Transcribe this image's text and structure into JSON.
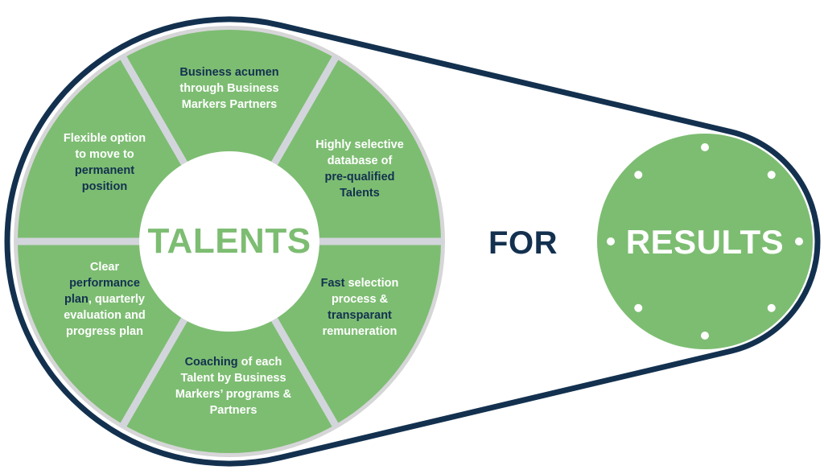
{
  "colors": {
    "green": "#7dbd72",
    "ring_gray": "#d6d6d8",
    "divider_gray": "#d3d5dc",
    "navy": "#13314f",
    "white": "#ffffff"
  },
  "center_label": "TALENTS",
  "connector_label": "FOR",
  "result_label": "RESULTS",
  "segments": [
    {
      "id": "business-acumen",
      "lines": [
        [
          {
            "t": "Business acumen",
            "hl": true
          }
        ],
        [
          {
            "t": "through Business",
            "hl": false
          }
        ],
        [
          {
            "t": "Markers Partners",
            "hl": false
          }
        ]
      ]
    },
    {
      "id": "selective-database",
      "lines": [
        [
          {
            "t": "Highly selective",
            "hl": false
          }
        ],
        [
          {
            "t": "database of",
            "hl": false
          }
        ],
        [
          {
            "t": "pre-qualified",
            "hl": true
          }
        ],
        [
          {
            "t": "Talents",
            "hl": true
          }
        ]
      ]
    },
    {
      "id": "fast-selection",
      "lines": [
        [
          {
            "t": "Fast",
            "hl": true
          },
          {
            "t": " selection",
            "hl": false
          }
        ],
        [
          {
            "t": "process &",
            "hl": false
          }
        ],
        [
          {
            "t": "transparant",
            "hl": true
          }
        ],
        [
          {
            "t": "remuneration",
            "hl": false
          }
        ]
      ]
    },
    {
      "id": "coaching",
      "lines": [
        [
          {
            "t": "Coaching",
            "hl": true
          },
          {
            "t": " of each",
            "hl": false
          }
        ],
        [
          {
            "t": "Talent by Business",
            "hl": false
          }
        ],
        [
          {
            "t": "Markers’ programs &",
            "hl": false
          }
        ],
        [
          {
            "t": "Partners",
            "hl": false
          }
        ]
      ]
    },
    {
      "id": "performance-plan",
      "lines": [
        [
          {
            "t": "Clear",
            "hl": false
          }
        ],
        [
          {
            "t": "performance",
            "hl": true
          }
        ],
        [
          {
            "t": "plan",
            "hl": true
          },
          {
            "t": ", quarterly",
            "hl": false
          }
        ],
        [
          {
            "t": "evaluation and",
            "hl": false
          }
        ],
        [
          {
            "t": "progress plan",
            "hl": false
          }
        ]
      ]
    },
    {
      "id": "flexible-option",
      "lines": [
        [
          {
            "t": "Flexible option",
            "hl": false
          }
        ],
        [
          {
            "t": "to move to",
            "hl": false
          }
        ],
        [
          {
            "t": "permanent",
            "hl": true
          }
        ],
        [
          {
            "t": "position",
            "hl": true
          }
        ]
      ]
    }
  ],
  "result_dots_count": 8
}
